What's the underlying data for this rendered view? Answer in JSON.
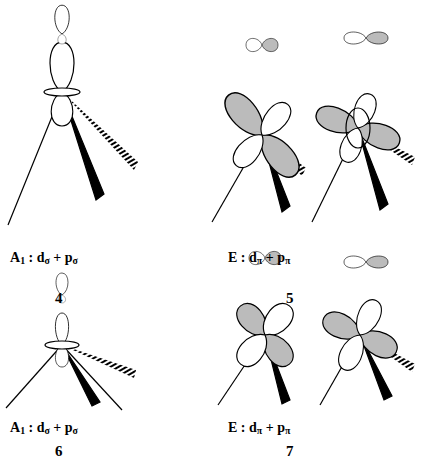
{
  "diagram": {
    "labels": [
      "A1 : dσ + pσ",
      "E : dπ + pπ",
      "4",
      "5",
      "A1 : dσ + pσ",
      "E : dπ + pπ",
      "6",
      "7"
    ]
  }
}
